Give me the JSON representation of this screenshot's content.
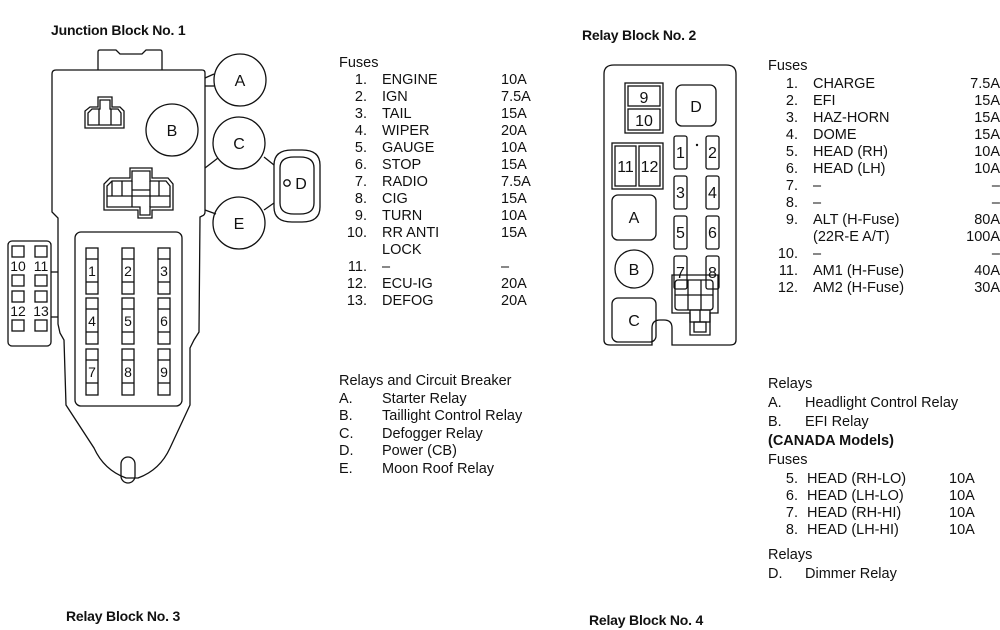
{
  "junction_block_1": {
    "title": "Junction Block No. 1",
    "fuse_slots": [
      "1",
      "2",
      "3",
      "4",
      "5",
      "6",
      "7",
      "8",
      "9"
    ],
    "side_fuse_slots": [
      "10",
      "11",
      "12",
      "13"
    ],
    "relay_labels": [
      "A",
      "B",
      "C",
      "D",
      "E"
    ],
    "fuses_header": "Fuses",
    "fuses": [
      {
        "num": "1.",
        "name": "ENGINE",
        "amp": "10A"
      },
      {
        "num": "2.",
        "name": "IGN",
        "amp": "7.5A"
      },
      {
        "num": "3.",
        "name": "TAIL",
        "amp": "15A"
      },
      {
        "num": "4.",
        "name": "WIPER",
        "amp": "20A"
      },
      {
        "num": "5.",
        "name": "GAUGE",
        "amp": "10A"
      },
      {
        "num": "6.",
        "name": "STOP",
        "amp": "15A"
      },
      {
        "num": "7.",
        "name": "RADIO",
        "amp": "7.5A"
      },
      {
        "num": "8.",
        "name": "CIG",
        "amp": "15A"
      },
      {
        "num": "9.",
        "name": "TURN",
        "amp": "10A"
      },
      {
        "num": "10.",
        "name": "RR ANTI",
        "amp": "15A"
      },
      {
        "num": "",
        "name": "LOCK",
        "amp": ""
      },
      {
        "num": "11.",
        "name": "–",
        "amp": "–"
      },
      {
        "num": "12.",
        "name": "ECU-IG",
        "amp": "20A"
      },
      {
        "num": "13.",
        "name": "DEFOG",
        "amp": "20A"
      }
    ],
    "relays_header": "Relays and Circuit Breaker",
    "relays": [
      {
        "letter": "A.",
        "name": "Starter Relay"
      },
      {
        "letter": "B.",
        "name": "Taillight Control Relay"
      },
      {
        "letter": "C.",
        "name": "Defogger Relay"
      },
      {
        "letter": "D.",
        "name": "Power (CB)"
      },
      {
        "letter": "E.",
        "name": "Moon Roof Relay"
      }
    ]
  },
  "relay_block_2": {
    "title": "Relay Block No. 2",
    "fuse_slots": [
      "1",
      "2",
      "3",
      "4",
      "5",
      "6",
      "7",
      "8",
      "9",
      "10",
      "11",
      "12"
    ],
    "relay_labels": [
      "A",
      "B",
      "C",
      "D"
    ],
    "fuses_header": "Fuses",
    "fuses": [
      {
        "num": "1.",
        "name": "CHARGE",
        "amp": "7.5A"
      },
      {
        "num": "2.",
        "name": "EFI",
        "amp": "15A"
      },
      {
        "num": "3.",
        "name": "HAZ-HORN",
        "amp": "15A"
      },
      {
        "num": "4.",
        "name": "DOME",
        "amp": "15A"
      },
      {
        "num": "5.",
        "name": "HEAD (RH)",
        "amp": "10A"
      },
      {
        "num": "6.",
        "name": "HEAD (LH)",
        "amp": "10A"
      },
      {
        "num": "7.",
        "name": "–",
        "amp": "–"
      },
      {
        "num": "8.",
        "name": "–",
        "amp": "–"
      },
      {
        "num": "9.",
        "name": "ALT (H-Fuse)",
        "amp": "80A"
      },
      {
        "num": "",
        "name": "(22R-E A/T)",
        "amp": "100A"
      },
      {
        "num": "10.",
        "name": "–",
        "amp": "–"
      },
      {
        "num": "11.",
        "name": "AM1 (H-Fuse)",
        "amp": "40A"
      },
      {
        "num": "12.",
        "name": "AM2 (H-Fuse)",
        "amp": "30A"
      }
    ],
    "relays_header": "Relays",
    "relays": [
      {
        "letter": "A.",
        "name": "Headlight Control Relay"
      },
      {
        "letter": "B.",
        "name": "EFI Relay"
      }
    ],
    "canada_header": "(CANADA Models)",
    "canada_fuses_header": "Fuses",
    "canada_fuses": [
      {
        "num": "5.",
        "name": "HEAD (RH-LO)",
        "amp": "10A"
      },
      {
        "num": "6.",
        "name": "HEAD (LH-LO)",
        "amp": "10A"
      },
      {
        "num": "7.",
        "name": "HEAD (RH-HI)",
        "amp": "10A"
      },
      {
        "num": "8.",
        "name": "HEAD (LH-HI)",
        "amp": "10A"
      }
    ],
    "canada_relays_header": "Relays",
    "canada_relays": [
      {
        "letter": "D.",
        "name": "Dimmer Relay"
      }
    ]
  },
  "relay_block_3": {
    "title": "Relay Block No. 3"
  },
  "relay_block_4": {
    "title": "Relay Block No. 4"
  }
}
